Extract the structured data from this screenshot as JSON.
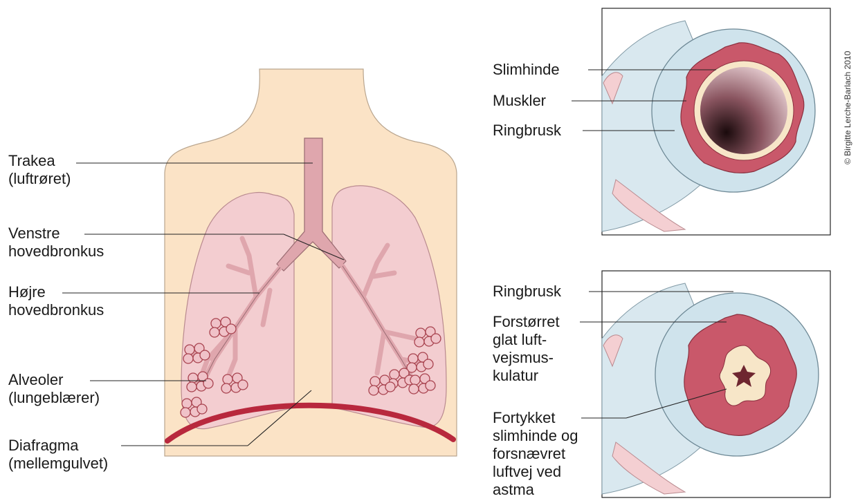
{
  "copyright": "© Birgitte Lerche-Barlach 2010",
  "left_labels": {
    "trachea": [
      "Trakea",
      "(luftrøret)"
    ],
    "left_bronchus": [
      "Venstre",
      "hovedbronkus"
    ],
    "right_bronchus": [
      "Højre",
      "hovedbronkus"
    ],
    "alveoli": [
      "Alveoler",
      "(lungeblærer)"
    ],
    "diaphragm": [
      "Diafragma",
      "(mellemgulvet)"
    ]
  },
  "top_panel": {
    "mucosa": "Slimhinde",
    "muscles": "Muskler",
    "cartilage": "Ringbrusk"
  },
  "bottom_panel": {
    "cartilage": "Ringbrusk",
    "enlarged_muscle": [
      "Forstørret",
      "glat luft-",
      "vejsmus-",
      "kulatur"
    ],
    "thickened": [
      "Fortykket",
      "slimhinde og",
      "forsnævret",
      "luftvej ved",
      "astma"
    ]
  },
  "colors": {
    "skin": "#fbe3c6",
    "lung": "#f3cdd0",
    "airway": "#dfa6ad",
    "diaphragm": "#b8283d",
    "cartilage": "#cfe3ec",
    "muscle": "#c9586a",
    "mucosa": "#f7e6c8"
  }
}
